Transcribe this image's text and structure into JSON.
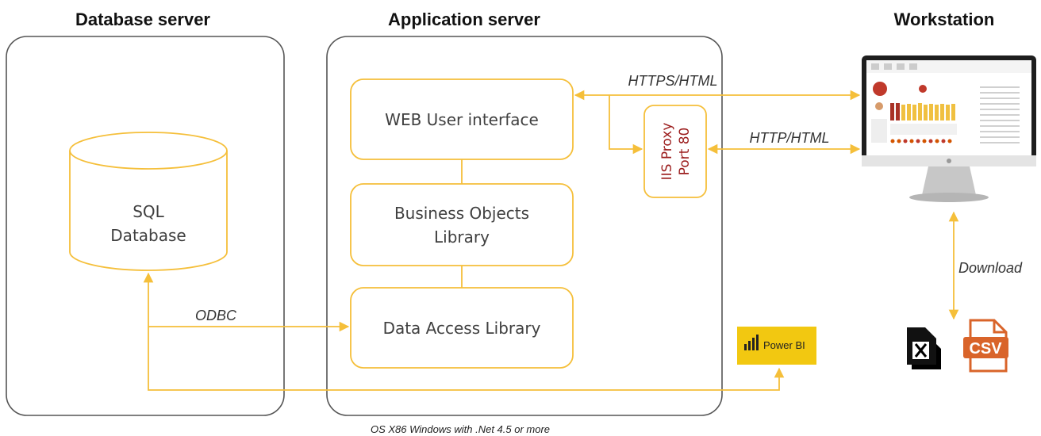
{
  "titles": {
    "database_server": "Database server",
    "application_server": "Application server",
    "workstation": "Workstation"
  },
  "database": {
    "line1": "SQL",
    "line2": "Database"
  },
  "app_boxes": {
    "web_ui": "WEB User interface",
    "business_objects_line1": "Business Objects",
    "business_objects_line2": "Library",
    "data_access": "Data Access Library"
  },
  "proxy": {
    "line1": "IIS Proxy",
    "line2": "Port 80"
  },
  "connections": {
    "https": "HTTPS/HTML",
    "http": "HTTP/HTML",
    "odbc": "ODBC",
    "download": "Download"
  },
  "powerbi": {
    "label": "Power BI"
  },
  "csv": {
    "label": "CSV"
  },
  "footer": "OS X86 Windows with .Net 4.5 or more",
  "colors": {
    "accent": "#f5bf3a",
    "frame": "#555555",
    "proxy_text": "#9b1c1c",
    "powerbi_bg": "#f2c811",
    "csv": "#d9642a"
  }
}
